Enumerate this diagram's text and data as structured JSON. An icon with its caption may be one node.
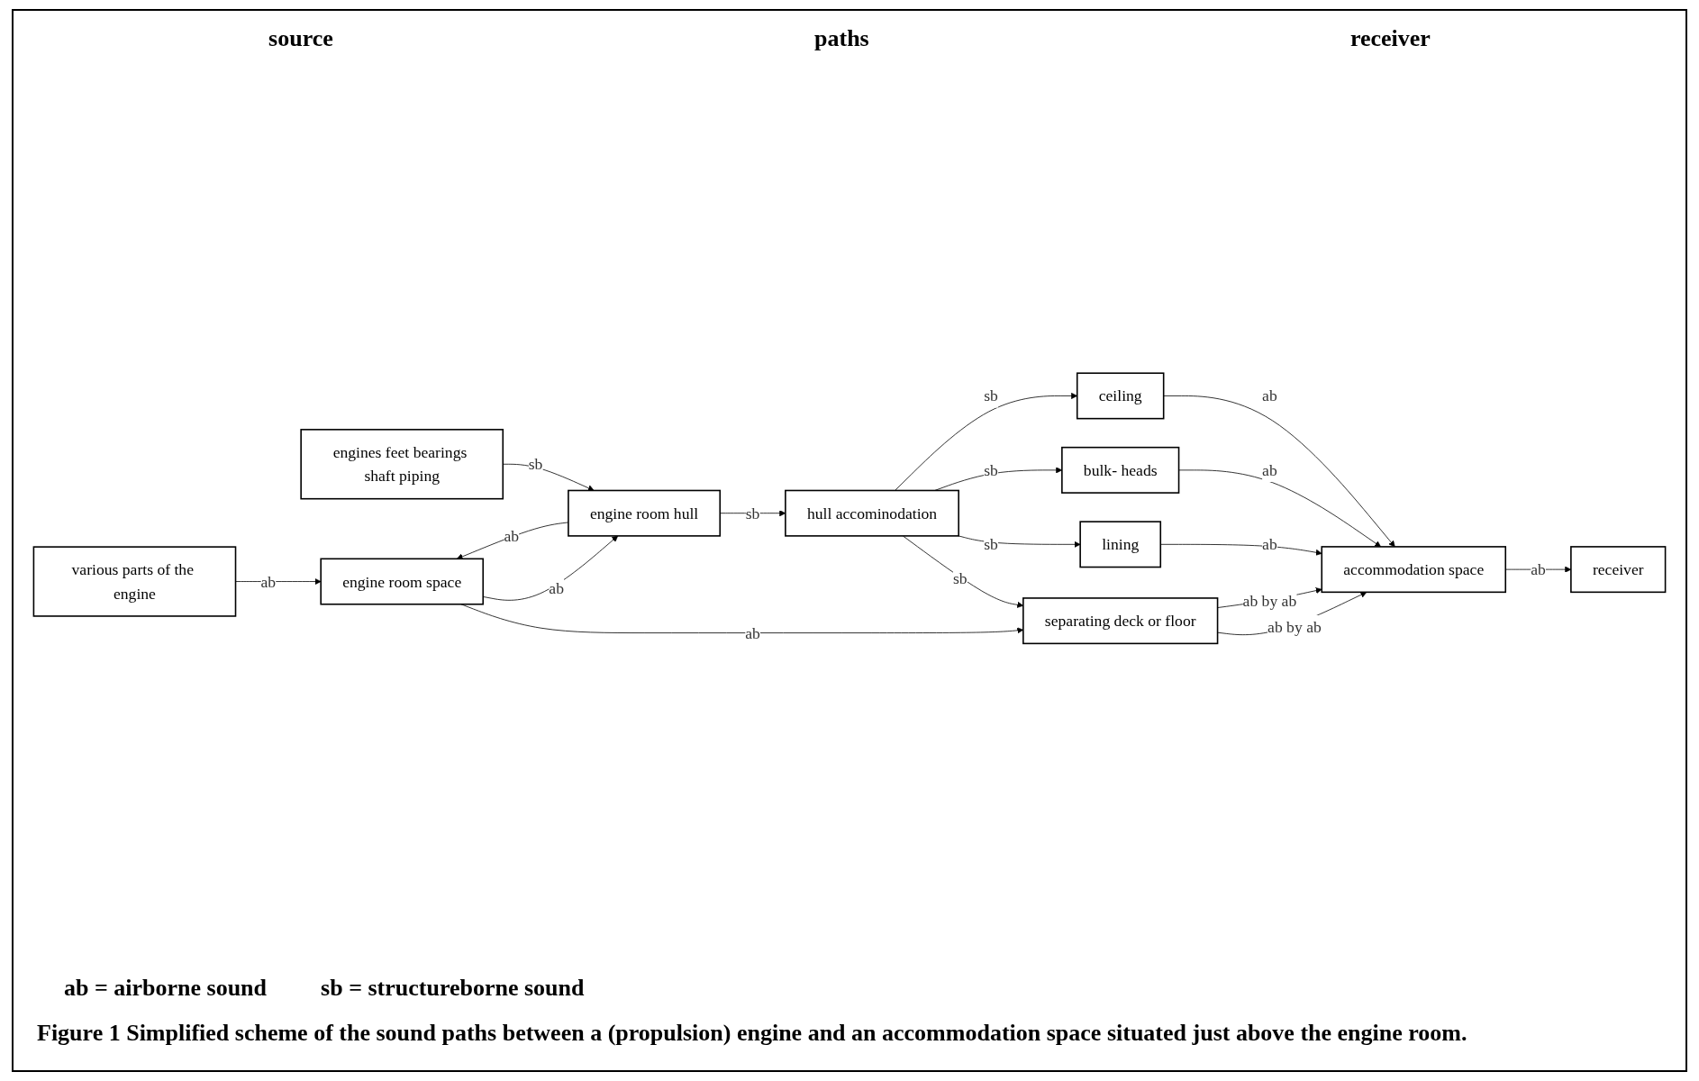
{
  "diagram": {
    "caption": "Figure 1 Simplified scheme of the sound paths between a (propulsion) engine and an accommodation space situated just above the engine room.",
    "nodes": [
      {
        "text": [
          "various parts of the engine"
        ]
      },
      {
        "text": [
          "engines feet bearings shaft piping"
        ]
      },
      {
        "text": [
          "engine room space"
        ]
      },
      {
        "text": [
          "separating deck or floor"
        ]
      },
      {
        "text": [
          "engine room hull"
        ]
      },
      {
        "text": [
          "hull accominodation"
        ]
      },
      {
        "text": [
          "lining"
        ]
      },
      {
        "text": [
          "bulk- heads"
        ]
      },
      {
        "text": [
          "ceiling"
        ]
      },
      {
        "text": [
          "accommodation space"
        ]
      },
      {
        "text": [
          "receiver"
        ]
      }
    ],
    "edges": [
      {
        "from": 0,
        "to": 2,
        "arrow": "to",
        "label": "ab"
      },
      {
        "from": 1,
        "to": 4,
        "arrow": "to",
        "label": "sb"
      },
      {
        "from": 2,
        "to": 3,
        "arrow": "to",
        "label": "ab"
      },
      {
        "from": 2,
        "to": 4,
        "arrow": "to",
        "label": "ab"
      },
      {
        "from": 4,
        "to": 2,
        "arrow": "to",
        "label": "ab"
      },
      {
        "from": 4,
        "to": 5,
        "arrow": "to",
        "label": "sb"
      },
      {
        "from": 5,
        "to": 3,
        "arrow": "to",
        "label": "sb"
      },
      {
        "from": 3,
        "to": 9,
        "arrow": "to",
        "label": "ab by ab"
      },
      {
        "from": 3,
        "to": 9,
        "arrow": "to",
        "label": "ab by ab"
      },
      {
        "from": 5,
        "to": 6,
        "arrow": "to",
        "label": "sb"
      },
      {
        "from": 5,
        "to": 7,
        "arrow": "to",
        "label": "sb"
      },
      {
        "from": 5,
        "to": 8,
        "arrow": "to",
        "label": "sb"
      },
      {
        "from": 6,
        "to": 9,
        "arrow": "to",
        "label": "ab"
      },
      {
        "from": 7,
        "to": 9,
        "arrow": "to",
        "label": "ab"
      },
      {
        "from": 8,
        "to": 9,
        "arrow": "to",
        "label": "ab"
      },
      {
        "from": 9,
        "to": 10,
        "arrow": "to",
        "label": "ab"
      }
    ],
    "labels": [
      "source",
      "paths",
      "receiver",
      "ab = airborne sound",
      "sb = structureborne sound"
    ]
  }
}
